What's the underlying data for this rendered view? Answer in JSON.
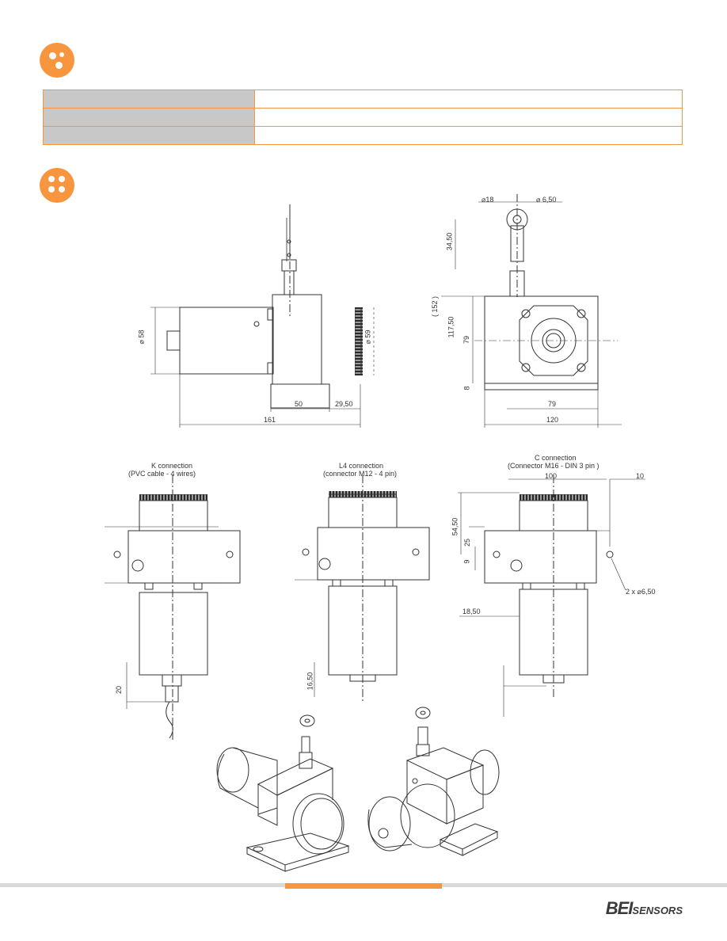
{
  "section1": {
    "icon": "dots-icon"
  },
  "spec_table": {
    "rows": [
      {
        "label": "",
        "value": ""
      },
      {
        "label": "",
        "value": ""
      },
      {
        "label": "",
        "value": ""
      }
    ]
  },
  "section2": {
    "icon": "dots-icon"
  },
  "drawings": {
    "side_view": {
      "dim_diameter_body": "58",
      "dim_diameter_drum": "59",
      "dim_50": "50",
      "dim_29_50": "29,50",
      "dim_161": "161"
    },
    "front_view": {
      "dim_d18": "18",
      "dim_d6_50": "6,50",
      "dim_34_50": "34,50",
      "dim_152": "( 152 )",
      "dim_117_50": "117,50",
      "dim_79_v": "79",
      "dim_8": "8",
      "dim_79_h": "79",
      "dim_120": "120"
    },
    "k_connection": {
      "title": "K connection",
      "subtitle": "(PVC cable - 4 wires)",
      "dim_20": "20"
    },
    "l4_connection": {
      "title": "L4 connection",
      "subtitle": "(connector M12 - 4 pin)",
      "dim_16_50": "16,50"
    },
    "c_connection": {
      "title": "C connection",
      "subtitle": "(Connector M16 - DIN 3 pin )",
      "dim_100": "100",
      "dim_10": "10",
      "dim_54_50": "54,50",
      "dim_25": "25",
      "dim_9": "9",
      "dim_18_50": "18,50",
      "dim_2x": "2 x",
      "dim_hole": "6,50"
    }
  },
  "footer": {
    "logo_bei": "BEI",
    "logo_sensors": "SENSORS",
    "accent": "#f7963f"
  }
}
